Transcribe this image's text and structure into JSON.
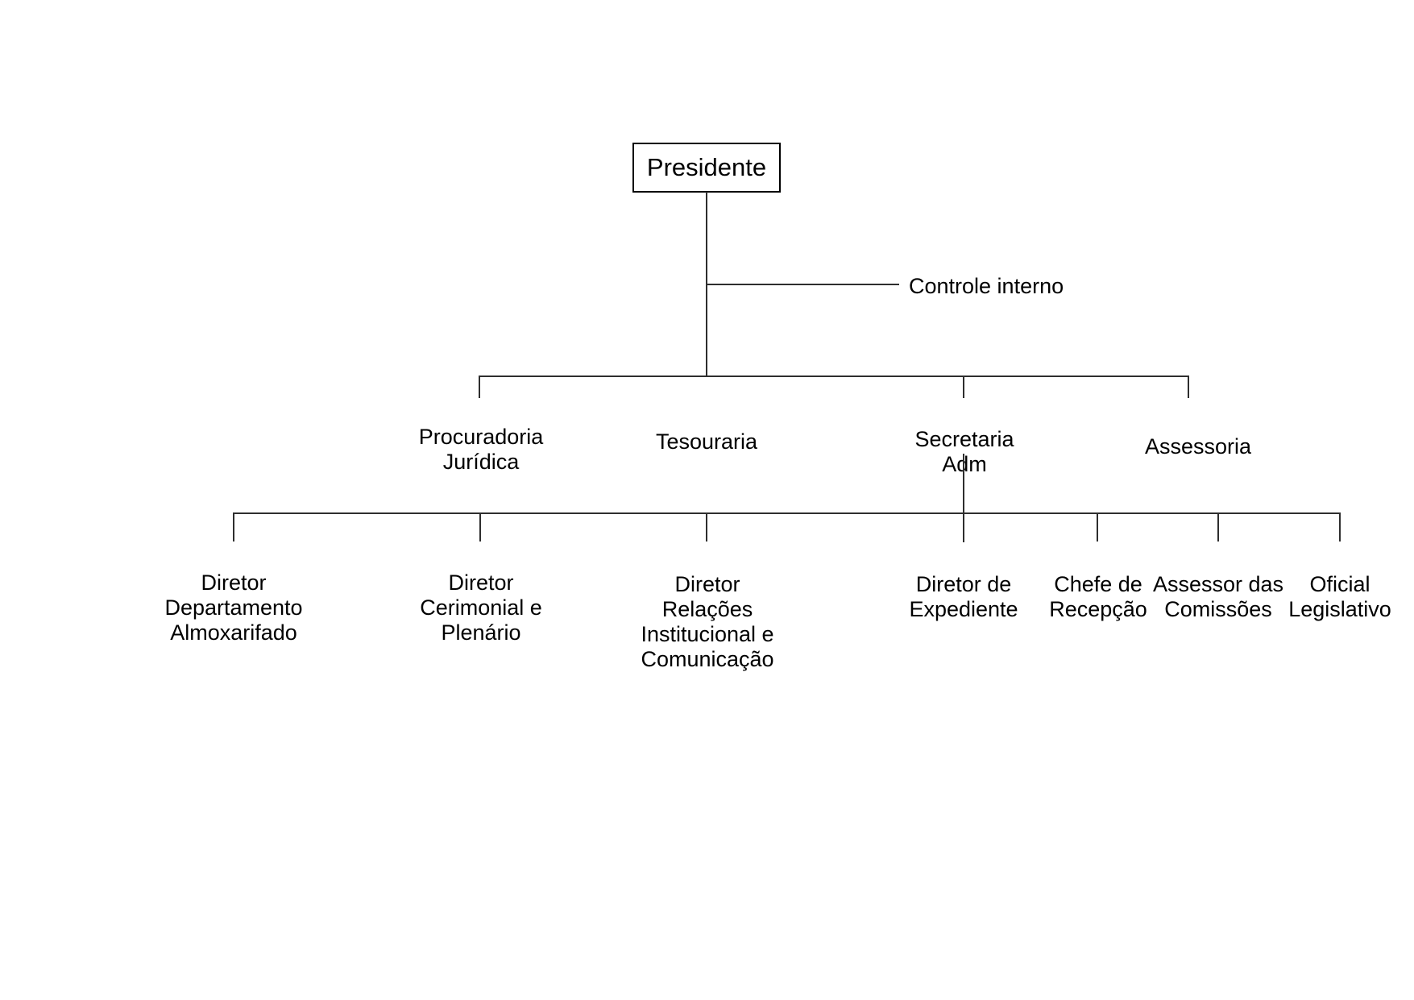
{
  "diagram": {
    "type": "org-chart",
    "root": {
      "label": "Presidente"
    },
    "staff": {
      "label": "Controle interno"
    },
    "level2": [
      {
        "label": "Procuradoria\nJurídica"
      },
      {
        "label": "Tesouraria"
      },
      {
        "label": "Secretaria\nAdm"
      },
      {
        "label": "Assessoria"
      }
    ],
    "level3": [
      {
        "label": "Diretor\nDepartamento\nAlmoxarifado"
      },
      {
        "label": "Diretor\nCerimonial e\nPlenário"
      },
      {
        "label": "Diretor\nRelações\nInstitucional e\nComunicação"
      },
      {
        "label": "Diretor de\nExpediente"
      },
      {
        "label": "Chefe de\nRecepção"
      },
      {
        "label": "Assessor das\nComissões"
      },
      {
        "label": "Oficial\nLegislativo"
      }
    ],
    "colors": {
      "background": "#ffffff",
      "text": "#000000",
      "line": "#2e2e2e",
      "box_border": "#000000"
    }
  }
}
